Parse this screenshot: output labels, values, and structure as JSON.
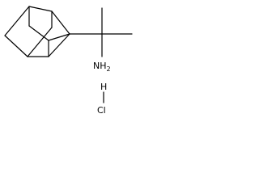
{
  "molecule": {
    "amine_group": {
      "symbol": "NH",
      "subscript": "2"
    },
    "salt": {
      "hydrogen": "H",
      "chlorine": "Cl"
    },
    "line_color": "#000000",
    "background_color": "#ffffff"
  }
}
